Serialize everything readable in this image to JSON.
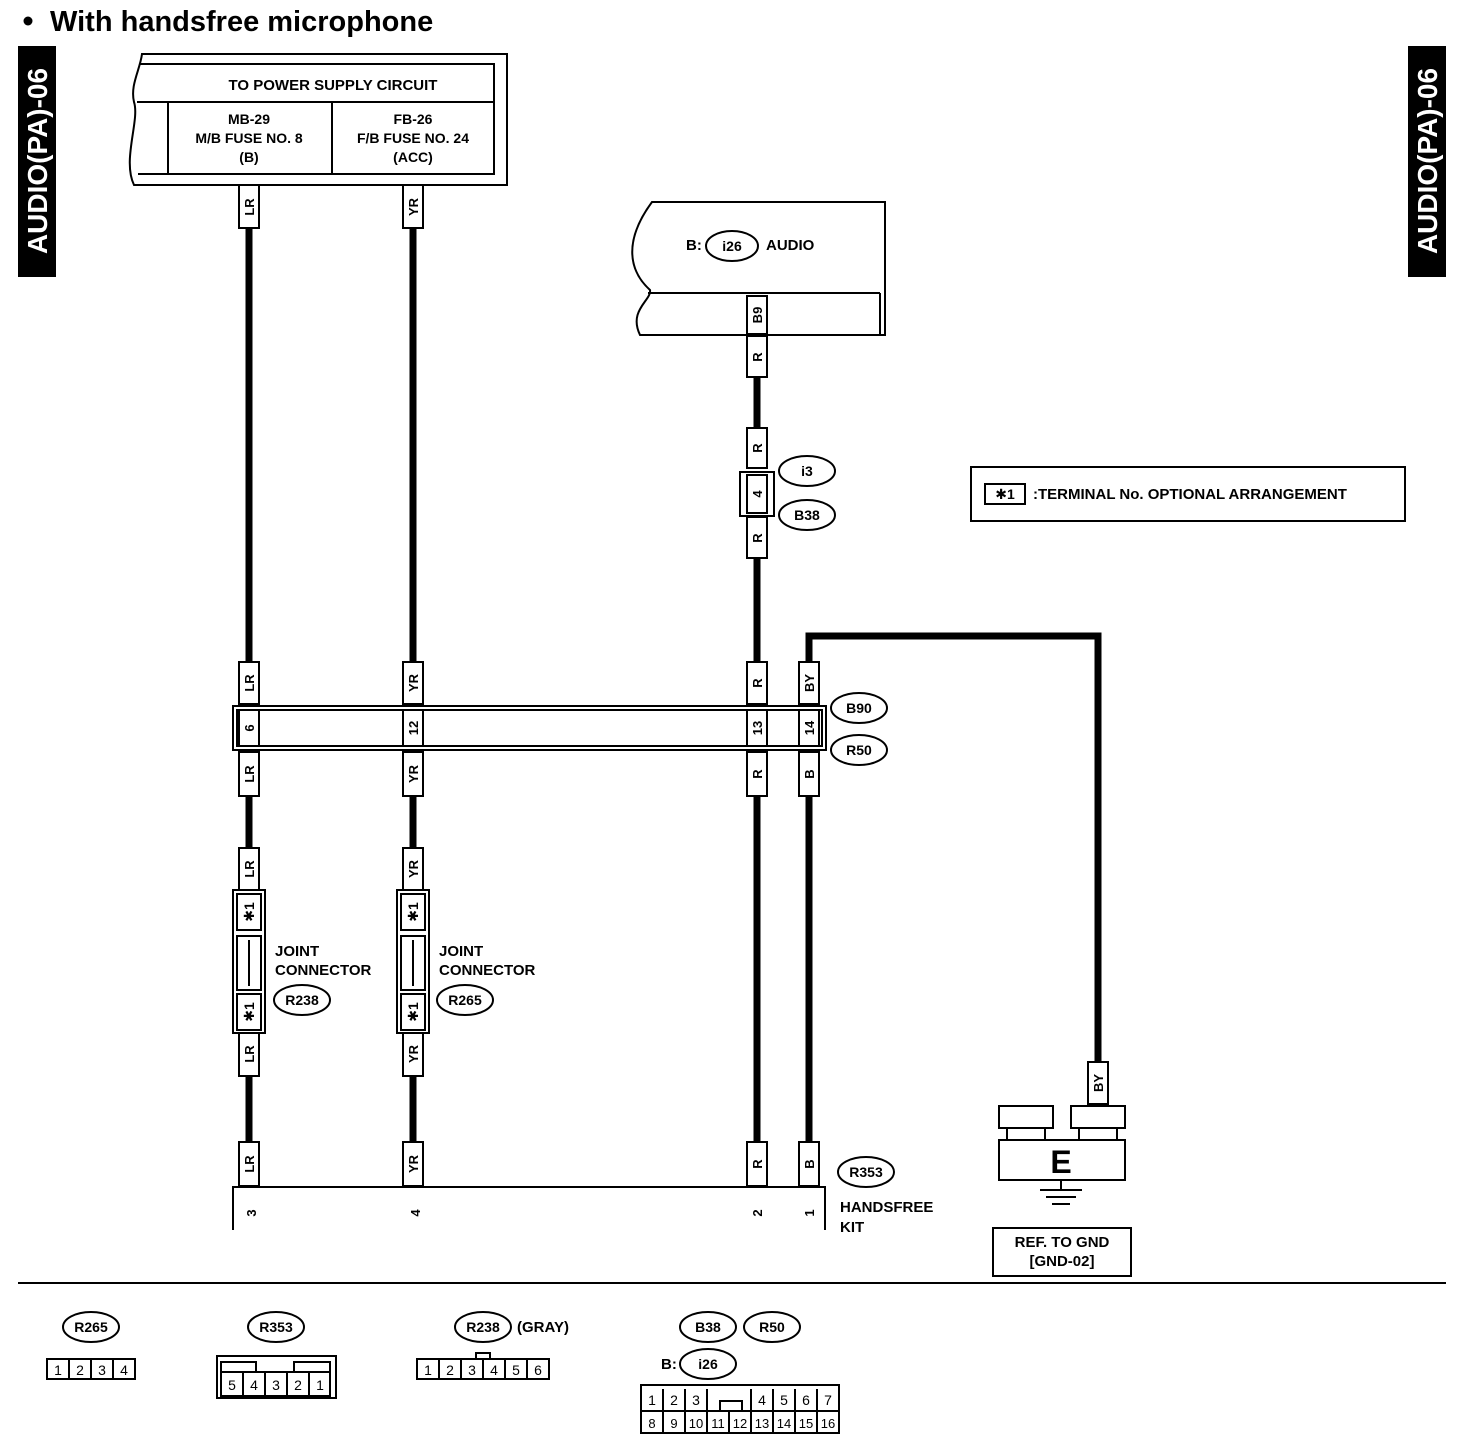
{
  "title": "With handsfree microphone",
  "side_tab": "AUDIO(PA)-06",
  "power_supply": {
    "header": "TO POWER SUPPLY CIRCUIT",
    "fuse_left": [
      "MB-29",
      "M/B FUSE NO. 8",
      "(B)"
    ],
    "fuse_right": [
      "FB-26",
      "F/B FUSE NO. 24",
      "(ACC)"
    ]
  },
  "audio": {
    "prefix": "B:",
    "connector": "i26",
    "label": "AUDIO",
    "terminal": "B9"
  },
  "wire_colors": {
    "lr": "LR",
    "yr": "YR",
    "r": "R",
    "by": "BY",
    "b": "B"
  },
  "connector_i3": {
    "id1": "i3",
    "id2": "B38",
    "pin": "4"
  },
  "legend": {
    "symbol": "✱1",
    "text": ":TERMINAL No. OPTIONAL ARRANGEMENT"
  },
  "connector_b90": {
    "id1": "B90",
    "id2": "R50",
    "pins": [
      "6",
      "12",
      "13",
      "14"
    ]
  },
  "joint_connectors": [
    {
      "label1": "JOINT",
      "label2": "CONNECTOR",
      "id": "R238"
    },
    {
      "label1": "JOINT",
      "label2": "CONNECTOR",
      "id": "R265"
    }
  ],
  "star_pin": "✱1",
  "handsfree": {
    "id": "R353",
    "label1": "HANDSFREE",
    "label2": "KIT",
    "pins": [
      "3",
      "4",
      "2",
      "1"
    ]
  },
  "ground": {
    "letter": "E",
    "ref1": "REF. TO GND",
    "ref2": "[GND-02]"
  },
  "bottom_connectors": {
    "r265": {
      "id": "R265",
      "pins": [
        "1",
        "2",
        "3",
        "4"
      ]
    },
    "r353": {
      "id": "R353",
      "pins": [
        "5",
        "4",
        "3",
        "2",
        "1"
      ]
    },
    "r238": {
      "id": "R238",
      "note": "(GRAY)",
      "pins": [
        "1",
        "2",
        "3",
        "4",
        "5",
        "6"
      ]
    },
    "b38": {
      "ids": [
        "B38",
        "R50"
      ],
      "prefix": "B:",
      "id3": "i26",
      "top_pins": [
        "1",
        "2",
        "3",
        "4",
        "5",
        "6",
        "7"
      ],
      "bottom_pins": [
        "8",
        "9",
        "10",
        "11",
        "12",
        "13",
        "14",
        "15",
        "16"
      ]
    }
  }
}
